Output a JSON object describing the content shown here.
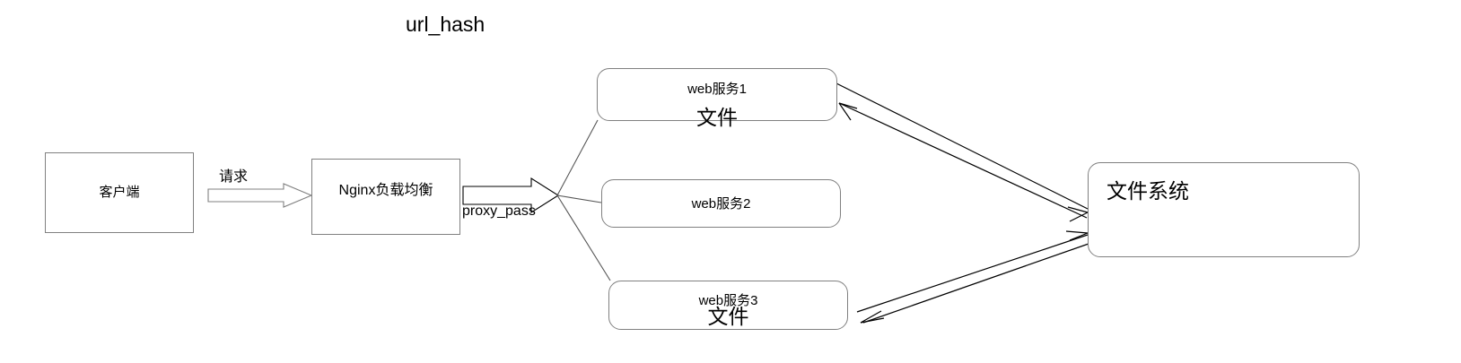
{
  "diagram": {
    "title": "url_hash",
    "type": "flow-diagram",
    "nodes": [
      {
        "id": "client",
        "label": "客户端",
        "shape": "rectangle"
      },
      {
        "id": "nginx",
        "label": "Nginx负载均衡",
        "shape": "rectangle"
      },
      {
        "id": "web1",
        "label": "web服务1",
        "sub": "文件",
        "shape": "rounded-rectangle"
      },
      {
        "id": "web2",
        "label": "web服务2",
        "sub": "",
        "shape": "rounded-rectangle"
      },
      {
        "id": "web3",
        "label": "web服务3",
        "sub": "文件",
        "shape": "rounded-rectangle"
      },
      {
        "id": "filesystem",
        "label": "文件系统",
        "shape": "rounded-rectangle"
      }
    ],
    "edges": [
      {
        "from": "client",
        "to": "nginx",
        "label": "请求",
        "style": "block-arrow"
      },
      {
        "from": "nginx",
        "to": "web-services",
        "label": "proxy_pass",
        "style": "block-arrow"
      },
      {
        "from": "proxy-fan",
        "to": "web1",
        "label": "",
        "style": "line"
      },
      {
        "from": "proxy-fan",
        "to": "web2",
        "label": "",
        "style": "line"
      },
      {
        "from": "proxy-fan",
        "to": "web3",
        "label": "",
        "style": "line"
      },
      {
        "from": "web1",
        "to": "filesystem",
        "label": "",
        "style": "double-line-arrow"
      },
      {
        "from": "web3",
        "to": "filesystem",
        "label": "",
        "style": "double-line-arrow"
      }
    ],
    "colors": {
      "stroke": "#000000",
      "box_border": "#808080",
      "background": "#ffffff",
      "text": "#000000"
    }
  }
}
